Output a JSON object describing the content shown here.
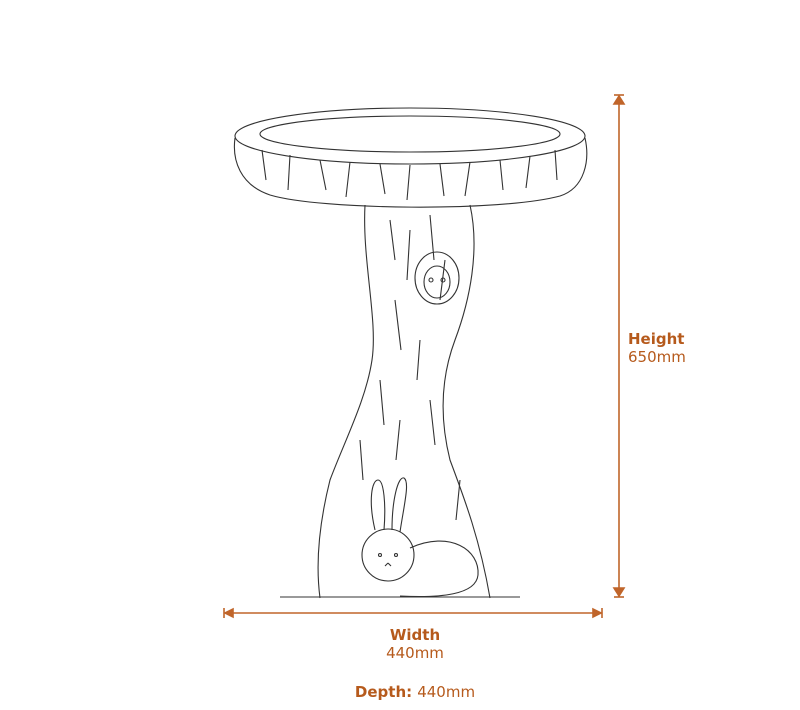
{
  "dimensions": {
    "height": {
      "label": "Height",
      "value": "650mm"
    },
    "width": {
      "label": "Width",
      "value": "440mm"
    },
    "depth": {
      "label": "Depth:",
      "value": "440mm"
    }
  },
  "colors": {
    "accent": "#c0652a",
    "line": "#333333"
  }
}
